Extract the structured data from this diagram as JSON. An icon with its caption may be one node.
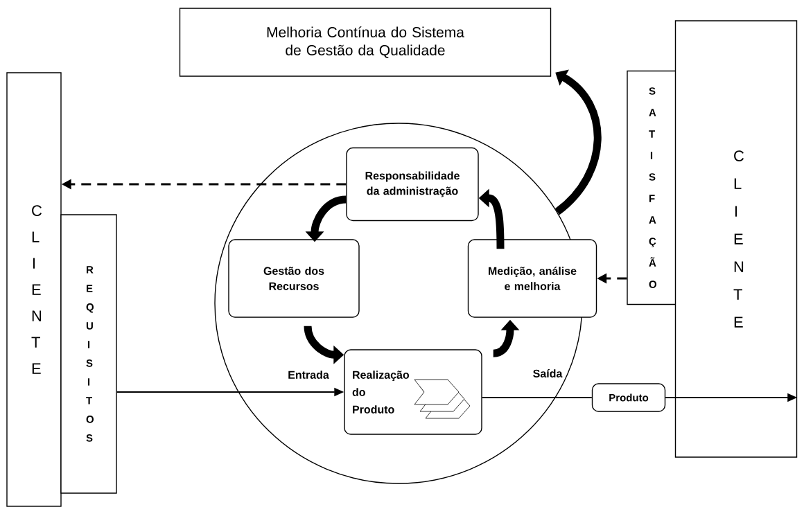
{
  "diagram": {
    "nodes": [
      {
        "text": [
          "Melhoria Contínua do Sistema de Gestão da Qualidade"
        ]
      },
      {
        "text": [
          "C L I E N T E"
        ]
      },
      {
        "text": [
          "R E Q U I S I T O S"
        ]
      },
      {
        "text": [],
        "shape": "circle"
      },
      {
        "text": [
          "Responsabilidade da administração"
        ],
        "in": 3
      },
      {
        "text": [
          "Gestão dos Recursos"
        ],
        "in": 3
      },
      {
        "text": [
          "Medição, análise e melhoria"
        ]
      },
      {
        "text": [
          "Realização do Produto"
        ],
        "in": 3
      },
      {
        "text": [
          "S A T I S F A Ç Ã O"
        ]
      },
      {
        "text": [
          "C L I E N T E"
        ]
      },
      {
        "text": [
          "Produto"
        ]
      }
    ],
    "edges": [
      {
        "from": 4,
        "to": 1,
        "arrow": "to",
        "style": "dashed"
      },
      {
        "from": 8,
        "to": 6,
        "arrow": "to",
        "style": "dashed"
      },
      {
        "from": 2,
        "to": 7,
        "arrow": "to",
        "label": "Entrada"
      },
      {
        "from": 7,
        "to": 10,
        "arrow": "none",
        "label": "Saída"
      },
      {
        "from": 10,
        "to": 9,
        "arrow": "to"
      },
      {
        "from": 4,
        "to": 5,
        "arrow": "to",
        "style": "thick"
      },
      {
        "from": 5,
        "to": 7,
        "arrow": "to",
        "style": "thick"
      },
      {
        "from": 7,
        "to": 6,
        "arrow": "to",
        "style": "thick"
      },
      {
        "from": 6,
        "to": 4,
        "arrow": "to",
        "style": "thick"
      },
      {
        "from": 3,
        "to": 0,
        "arrow": "to",
        "style": "thick"
      }
    ]
  }
}
